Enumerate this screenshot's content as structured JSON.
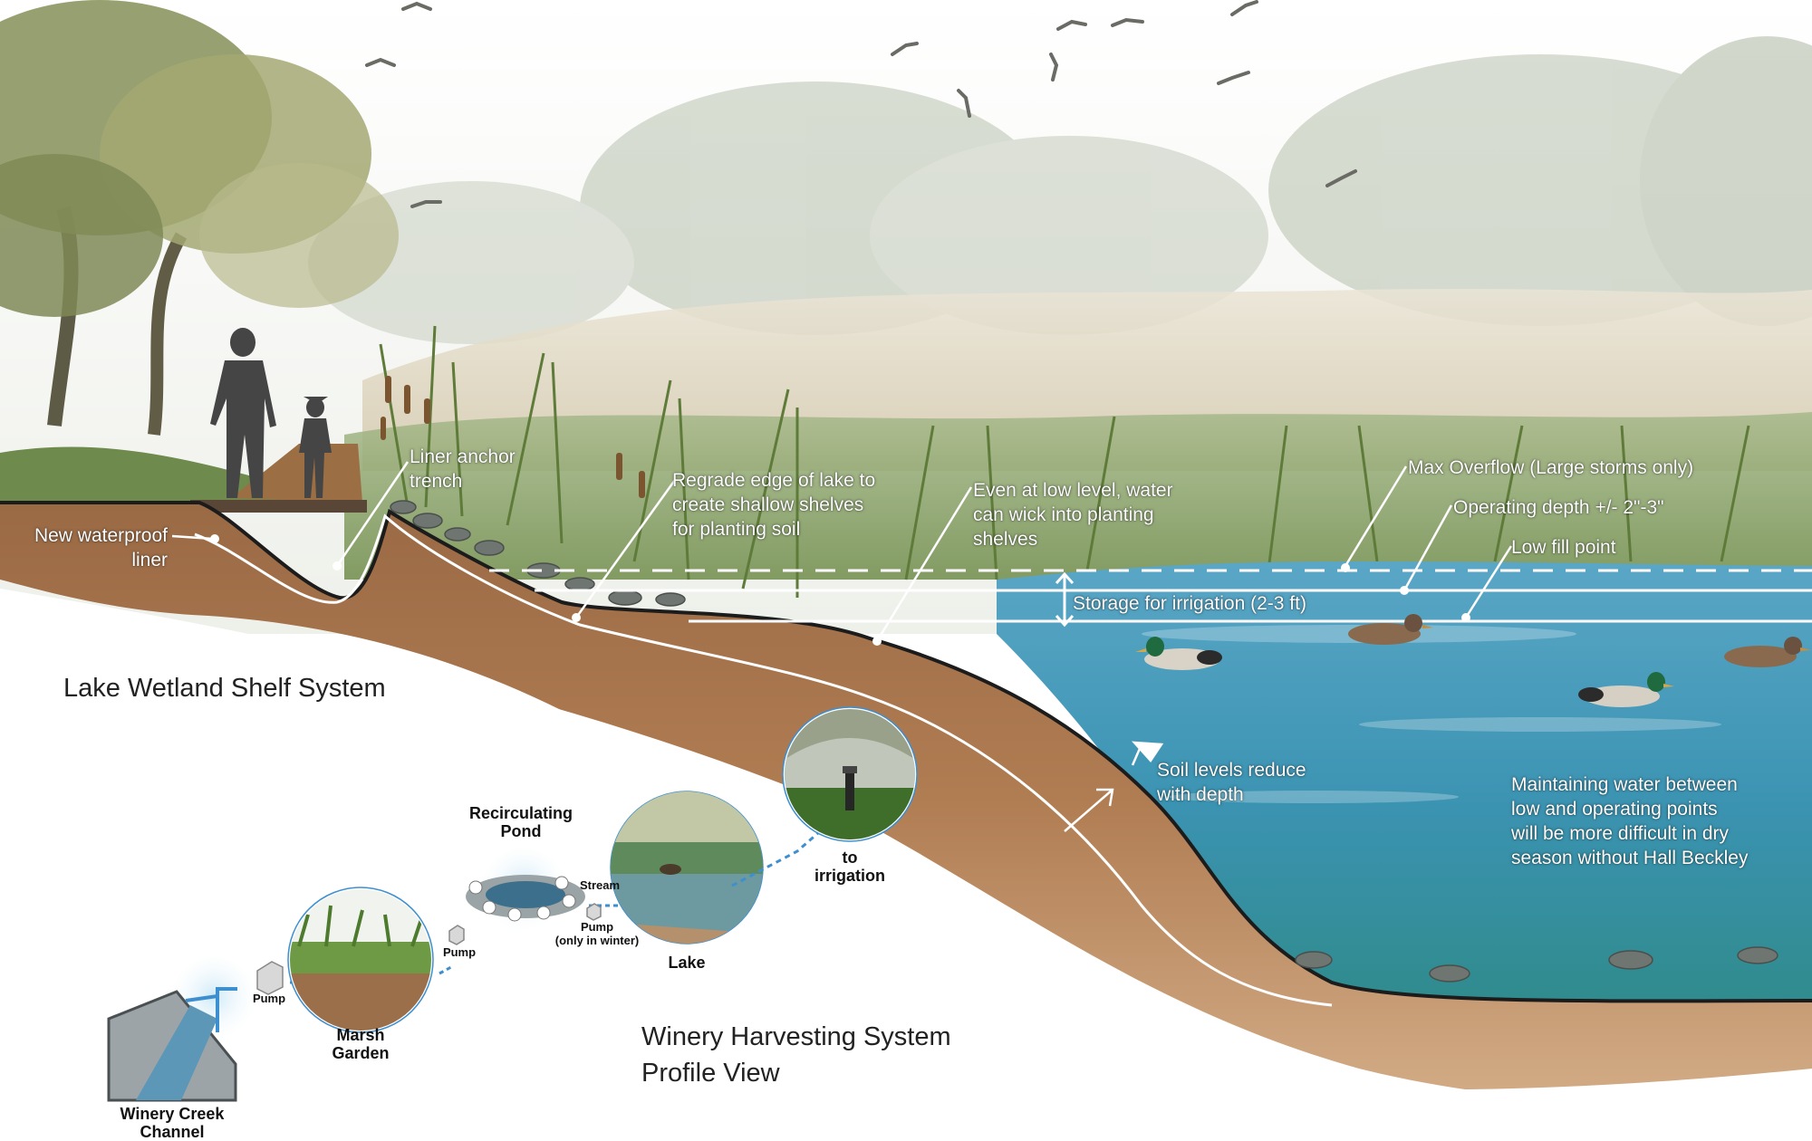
{
  "section_title": "Lake Wetland Shelf System",
  "system_title": {
    "line1": "Winery Harvesting System",
    "line2": "Profile View"
  },
  "annotations": {
    "liner": {
      "line1": "New waterproof",
      "line2": "liner"
    },
    "anchor": {
      "line1": "Liner anchor",
      "line2": "trench"
    },
    "regrade": {
      "line1": "Regrade edge of lake to",
      "line2": "create shallow shelves",
      "line3": "for planting soil"
    },
    "wick": {
      "line1": "Even at low level, water",
      "line2": "can wick into planting",
      "line3": "shelves"
    },
    "max_overflow": "Max Overflow (Large storms only)",
    "operating_depth": "Operating depth +/- 2\"-3\"",
    "low_fill": "Low fill point",
    "storage": "Storage for irrigation (2-3 ft)",
    "soil_levels": {
      "line1": "Soil levels reduce",
      "line2": "with depth"
    },
    "maintaining": {
      "line1": "Maintaining water between",
      "line2": "low and operating points",
      "line3": "will be more difficult in dry",
      "line4": "season without Hall Beckley"
    }
  },
  "system": {
    "channel": {
      "line1": "Winery Creek",
      "line2": "Channel"
    },
    "pump1": "Pump",
    "marsh": {
      "line1": "Marsh",
      "line2": "Garden"
    },
    "pump2": "Pump",
    "pond": {
      "line1": "Recirculating",
      "line2": "Pond"
    },
    "stream": "Stream",
    "pump3": {
      "line1": "Pump",
      "line2": "(only in winter)"
    },
    "lake": "Lake",
    "irrigation": {
      "line1": "to",
      "line2": "irrigation"
    }
  },
  "colors": {
    "water": "#3b93b2",
    "soil": "#a8714a",
    "sky": "#ffffff",
    "vegetation": "#7d9a52",
    "reeds": "#d7cdb1"
  }
}
